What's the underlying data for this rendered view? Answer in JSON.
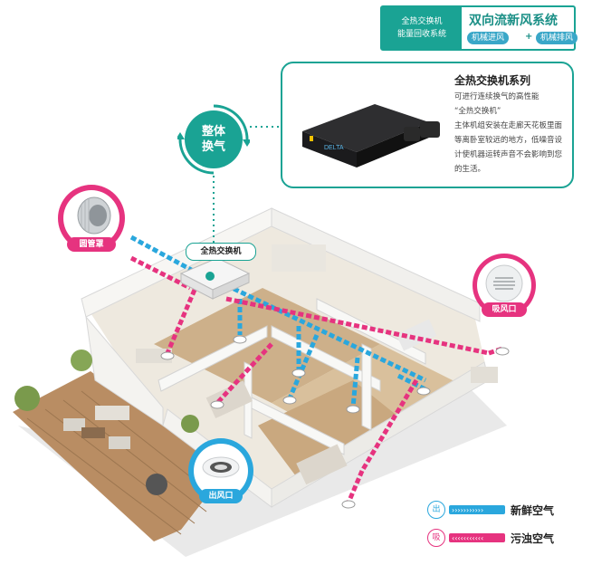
{
  "banner": {
    "left_line1": "全热交换机",
    "left_line2": "能量回收系统",
    "title": "双向流新风系统",
    "pill_in": "机械进风",
    "plus": "+",
    "pill_out": "机械排风"
  },
  "product": {
    "title": "全热交换机系列",
    "lines": [
      "可进行连续换气的高性能",
      "“全热交换机”",
      "主体机组安装在走廊天花板里面",
      "等离卧室较远的地方，低噪音设",
      "计使机器运转声音不会影响到您",
      "的生活。"
    ],
    "logo_text": "DELTA"
  },
  "swap": {
    "line1": "整体",
    "line2": "换气"
  },
  "labels": {
    "round_hood": "圆管罩",
    "unit": "全热交换机",
    "intake_vent": "吸风口",
    "outlet_vent": "出风口"
  },
  "legend": {
    "fresh_symbol": "出",
    "fresh_label": "新鲜空气",
    "exhaust_symbol": "吸",
    "exhaust_label": "污浊空气"
  },
  "colors": {
    "teal": "#1aa394",
    "fresh": "#2aa7dd",
    "exhaust": "#e6337f"
  }
}
